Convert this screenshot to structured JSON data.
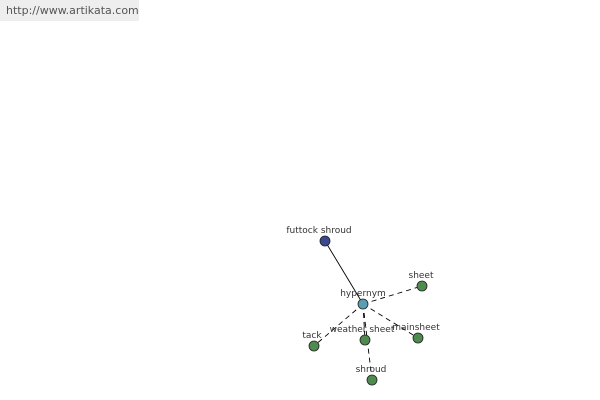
{
  "site": {
    "url_label": "http://www.artikata.com"
  },
  "graph": {
    "center": {
      "id": "hypernym",
      "label": "hypernym",
      "color": "#5a9fb0"
    },
    "nodes": [
      {
        "id": "futtock-shroud",
        "label": "futtock shroud",
        "color": "#3b4a8f",
        "link": "solid"
      },
      {
        "id": "sheet",
        "label": "sheet",
        "color": "#4f8a4f",
        "link": "dashed"
      },
      {
        "id": "tack",
        "label": "tack",
        "color": "#4f8a4f",
        "link": "dashed"
      },
      {
        "id": "weather-sheet",
        "label": "weather sheet",
        "color": "#4f8a4f",
        "link": "dashed"
      },
      {
        "id": "mainsheet",
        "label": "mainsheet",
        "color": "#4f8a4f",
        "link": "dashed"
      },
      {
        "id": "shroud",
        "label": "shroud",
        "color": "#4f8a4f",
        "link": "dashed"
      }
    ]
  }
}
